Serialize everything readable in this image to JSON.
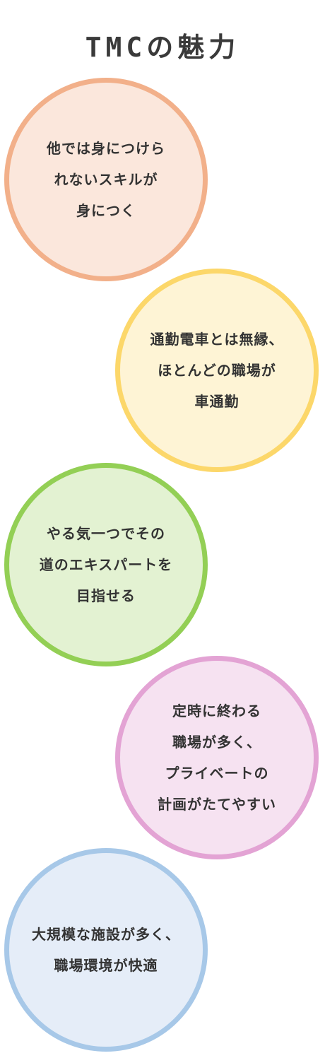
{
  "title": "TMCの魅力",
  "points": [
    {
      "lines": [
        "他では身につけら",
        "れないスキルが",
        "身につく"
      ],
      "border": "#f2b08a",
      "fill": "#fbe7dc"
    },
    {
      "lines": [
        "通勤電車とは無縁、",
        "ほとんどの職場が",
        "車通勤"
      ],
      "border": "#fcd76a",
      "fill": "#fef4d5"
    },
    {
      "lines": [
        "やる気一つでその",
        "道のエキスパートを",
        "目指せる"
      ],
      "border": "#93cf55",
      "fill": "#e3f2d2"
    },
    {
      "lines": [
        "定時に終わる",
        "職場が多く、",
        "プライベートの",
        "計画がたてやすい"
      ],
      "border": "#e3a3d4",
      "fill": "#f6e2f1"
    },
    {
      "lines": [
        "大規模な施設が多く、",
        "職場環境が快適"
      ],
      "border": "#a7c8e8",
      "fill": "#e5edf8"
    }
  ]
}
